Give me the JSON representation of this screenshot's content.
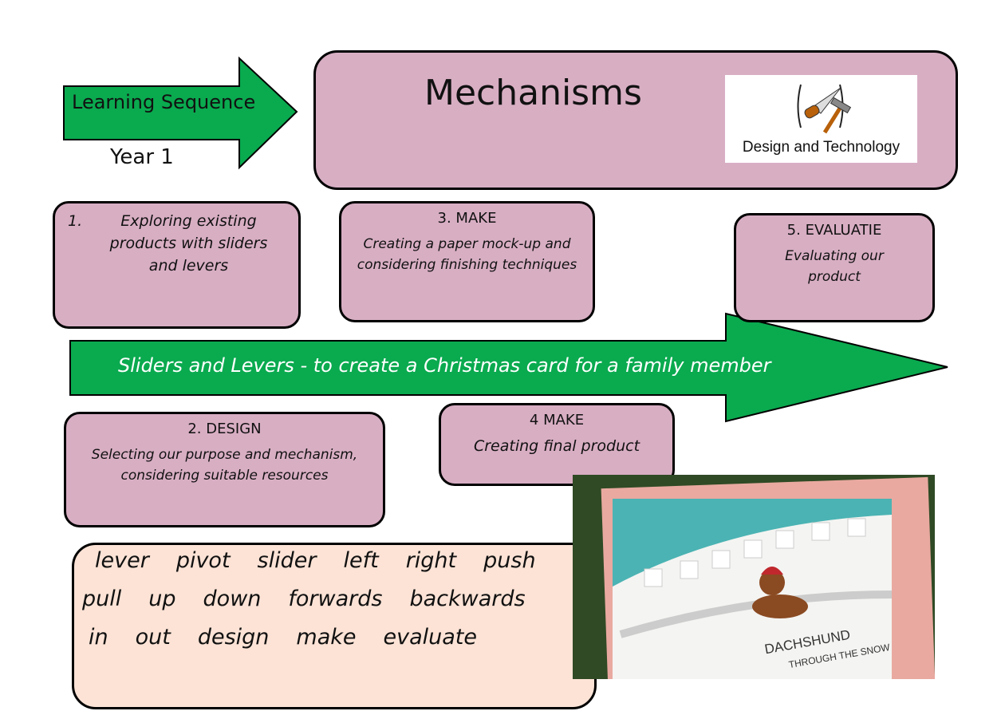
{
  "header": {
    "arrow_label": "Learning Sequence",
    "year": "Year 1",
    "title": "Mechanisms",
    "logo_text": "Design and Technology"
  },
  "steps": [
    {
      "heading": "1.",
      "text": "Exploring existing products with sliders and levers"
    },
    {
      "heading": "2. DESIGN",
      "text": "Selecting our purpose and mechanism, considering suitable resources"
    },
    {
      "heading": "3. MAKE",
      "text": "Creating a paper mock-up and considering finishing techniques"
    },
    {
      "heading": "4 MAKE",
      "text": "Creating final product"
    },
    {
      "heading": "5. EVALUATIE",
      "text": "Evaluating our product"
    }
  ],
  "banner": "Sliders and Levers - to create a Christmas card for a family member",
  "vocabulary": [
    [
      "lever",
      "pivot",
      "slider",
      "left",
      "right",
      "push"
    ],
    [
      "pull",
      "up",
      "down",
      "forwards",
      "backwards"
    ],
    [
      "in",
      "out",
      "design",
      "make",
      "evaluate"
    ]
  ],
  "photo_caption": {
    "line1": "DACHSHUND",
    "line2": "THROUGH THE SNOW"
  },
  "colors": {
    "pink": "#d8aec3",
    "green": "#0aaa4f",
    "peach": "#fce3d6"
  }
}
